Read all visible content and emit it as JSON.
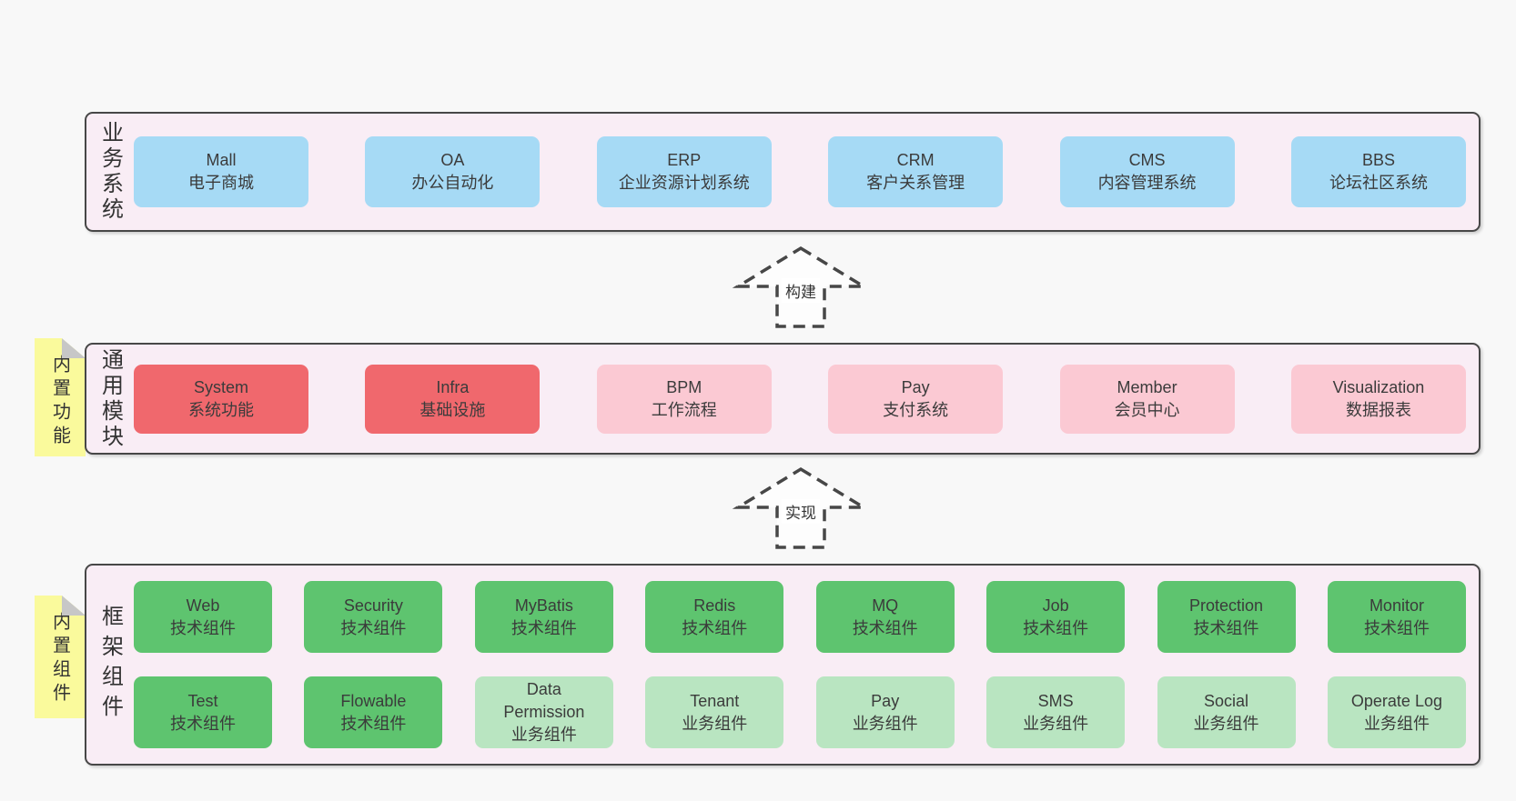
{
  "colors": {
    "bg": "#f8f8f8",
    "band-fill": "#f9edf5",
    "line": "#474747",
    "text": "#3b3b3b",
    "blue": "#a6daf5",
    "red": "#f0686d",
    "pink": "#fbc9d3",
    "green": "#5ec46f",
    "lightgreen": "#b9e5c1",
    "yellow": "#fafa9c",
    "fold": "#c7c7c7",
    "arrow-fill": "#fdfdfd"
  },
  "bands": [
    {
      "label": "业务系统",
      "boxes": [
        {
          "title": "Mall",
          "subtitle": "电子商城",
          "variant": "blue"
        },
        {
          "title": "OA",
          "subtitle": "办公自动化",
          "variant": "blue"
        },
        {
          "title": "ERP",
          "subtitle": "企业资源计划系统",
          "variant": "blue"
        },
        {
          "title": "CRM",
          "subtitle": "客户关系管理",
          "variant": "blue"
        },
        {
          "title": "CMS",
          "subtitle": "内容管理系统",
          "variant": "blue"
        },
        {
          "title": "BBS",
          "subtitle": "论坛社区系统",
          "variant": "blue"
        }
      ]
    },
    {
      "label": "通用模块",
      "note": "内置功能",
      "boxes": [
        {
          "title": "System",
          "subtitle": "系统功能",
          "variant": "red"
        },
        {
          "title": "Infra",
          "subtitle": "基础设施",
          "variant": "red"
        },
        {
          "title": "BPM",
          "subtitle": "工作流程",
          "variant": "pink"
        },
        {
          "title": "Pay",
          "subtitle": "支付系统",
          "variant": "pink"
        },
        {
          "title": "Member",
          "subtitle": "会员中心",
          "variant": "pink"
        },
        {
          "title": "Visualization",
          "subtitle": "数据报表",
          "variant": "pink"
        }
      ]
    },
    {
      "label": "框架组件",
      "note": "内置组件",
      "rows": [
        [
          {
            "title": "Web",
            "subtitle": "技术组件",
            "variant": "green"
          },
          {
            "title": "Security",
            "subtitle": "技术组件",
            "variant": "green"
          },
          {
            "title": "MyBatis",
            "subtitle": "技术组件",
            "variant": "green"
          },
          {
            "title": "Redis",
            "subtitle": "技术组件",
            "variant": "green"
          },
          {
            "title": "MQ",
            "subtitle": "技术组件",
            "variant": "green"
          },
          {
            "title": "Job",
            "subtitle": "技术组件",
            "variant": "green"
          },
          {
            "title": "Protection",
            "subtitle": "技术组件",
            "variant": "green"
          },
          {
            "title": "Monitor",
            "subtitle": "技术组件",
            "variant": "green"
          }
        ],
        [
          {
            "title": "Test",
            "subtitle": "技术组件",
            "variant": "green"
          },
          {
            "title": "Flowable",
            "subtitle": "技术组件",
            "variant": "green"
          },
          {
            "title": "Data\nPermission",
            "subtitle": "业务组件",
            "variant": "lightgreen"
          },
          {
            "title": "Tenant",
            "subtitle": "业务组件",
            "variant": "lightgreen"
          },
          {
            "title": "Pay",
            "subtitle": "业务组件",
            "variant": "lightgreen"
          },
          {
            "title": "SMS",
            "subtitle": "业务组件",
            "variant": "lightgreen"
          },
          {
            "title": "Social",
            "subtitle": "业务组件",
            "variant": "lightgreen"
          },
          {
            "title": "Operate Log",
            "subtitle": "业务组件",
            "variant": "lightgreen"
          }
        ]
      ]
    }
  ],
  "arrows": [
    {
      "label": "构建"
    },
    {
      "label": "实现"
    }
  ]
}
